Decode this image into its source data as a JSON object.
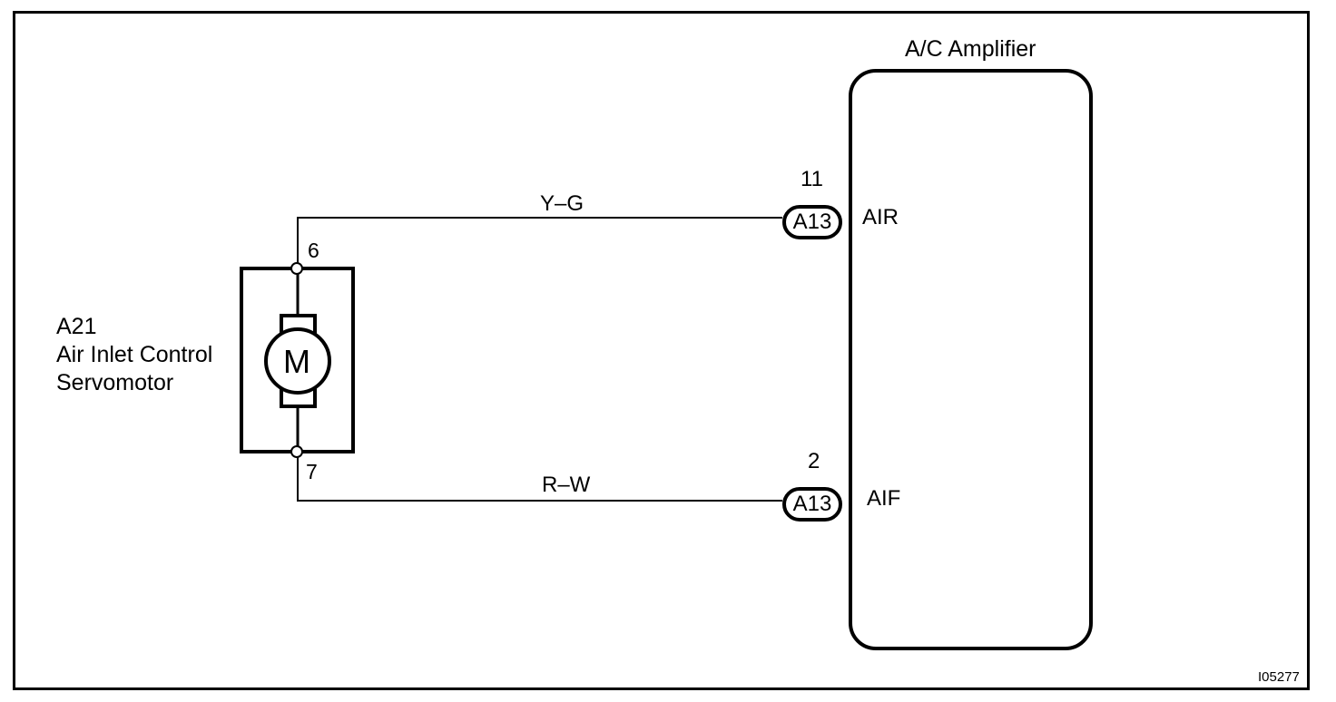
{
  "amplifier": {
    "title": "A/C Amplifier"
  },
  "servomotor": {
    "code": "A21",
    "name_line1": "Air Inlet Control",
    "name_line2": "Servomotor",
    "symbol": "M",
    "pin_top": "6",
    "pin_bottom": "7"
  },
  "wires": [
    {
      "color_code": "Y–G",
      "connector": "A13",
      "pin": "11",
      "terminal": "AIR"
    },
    {
      "color_code": "R–W",
      "connector": "A13",
      "pin": "2",
      "terminal": "AIF"
    }
  ],
  "figure_id": "I05277"
}
